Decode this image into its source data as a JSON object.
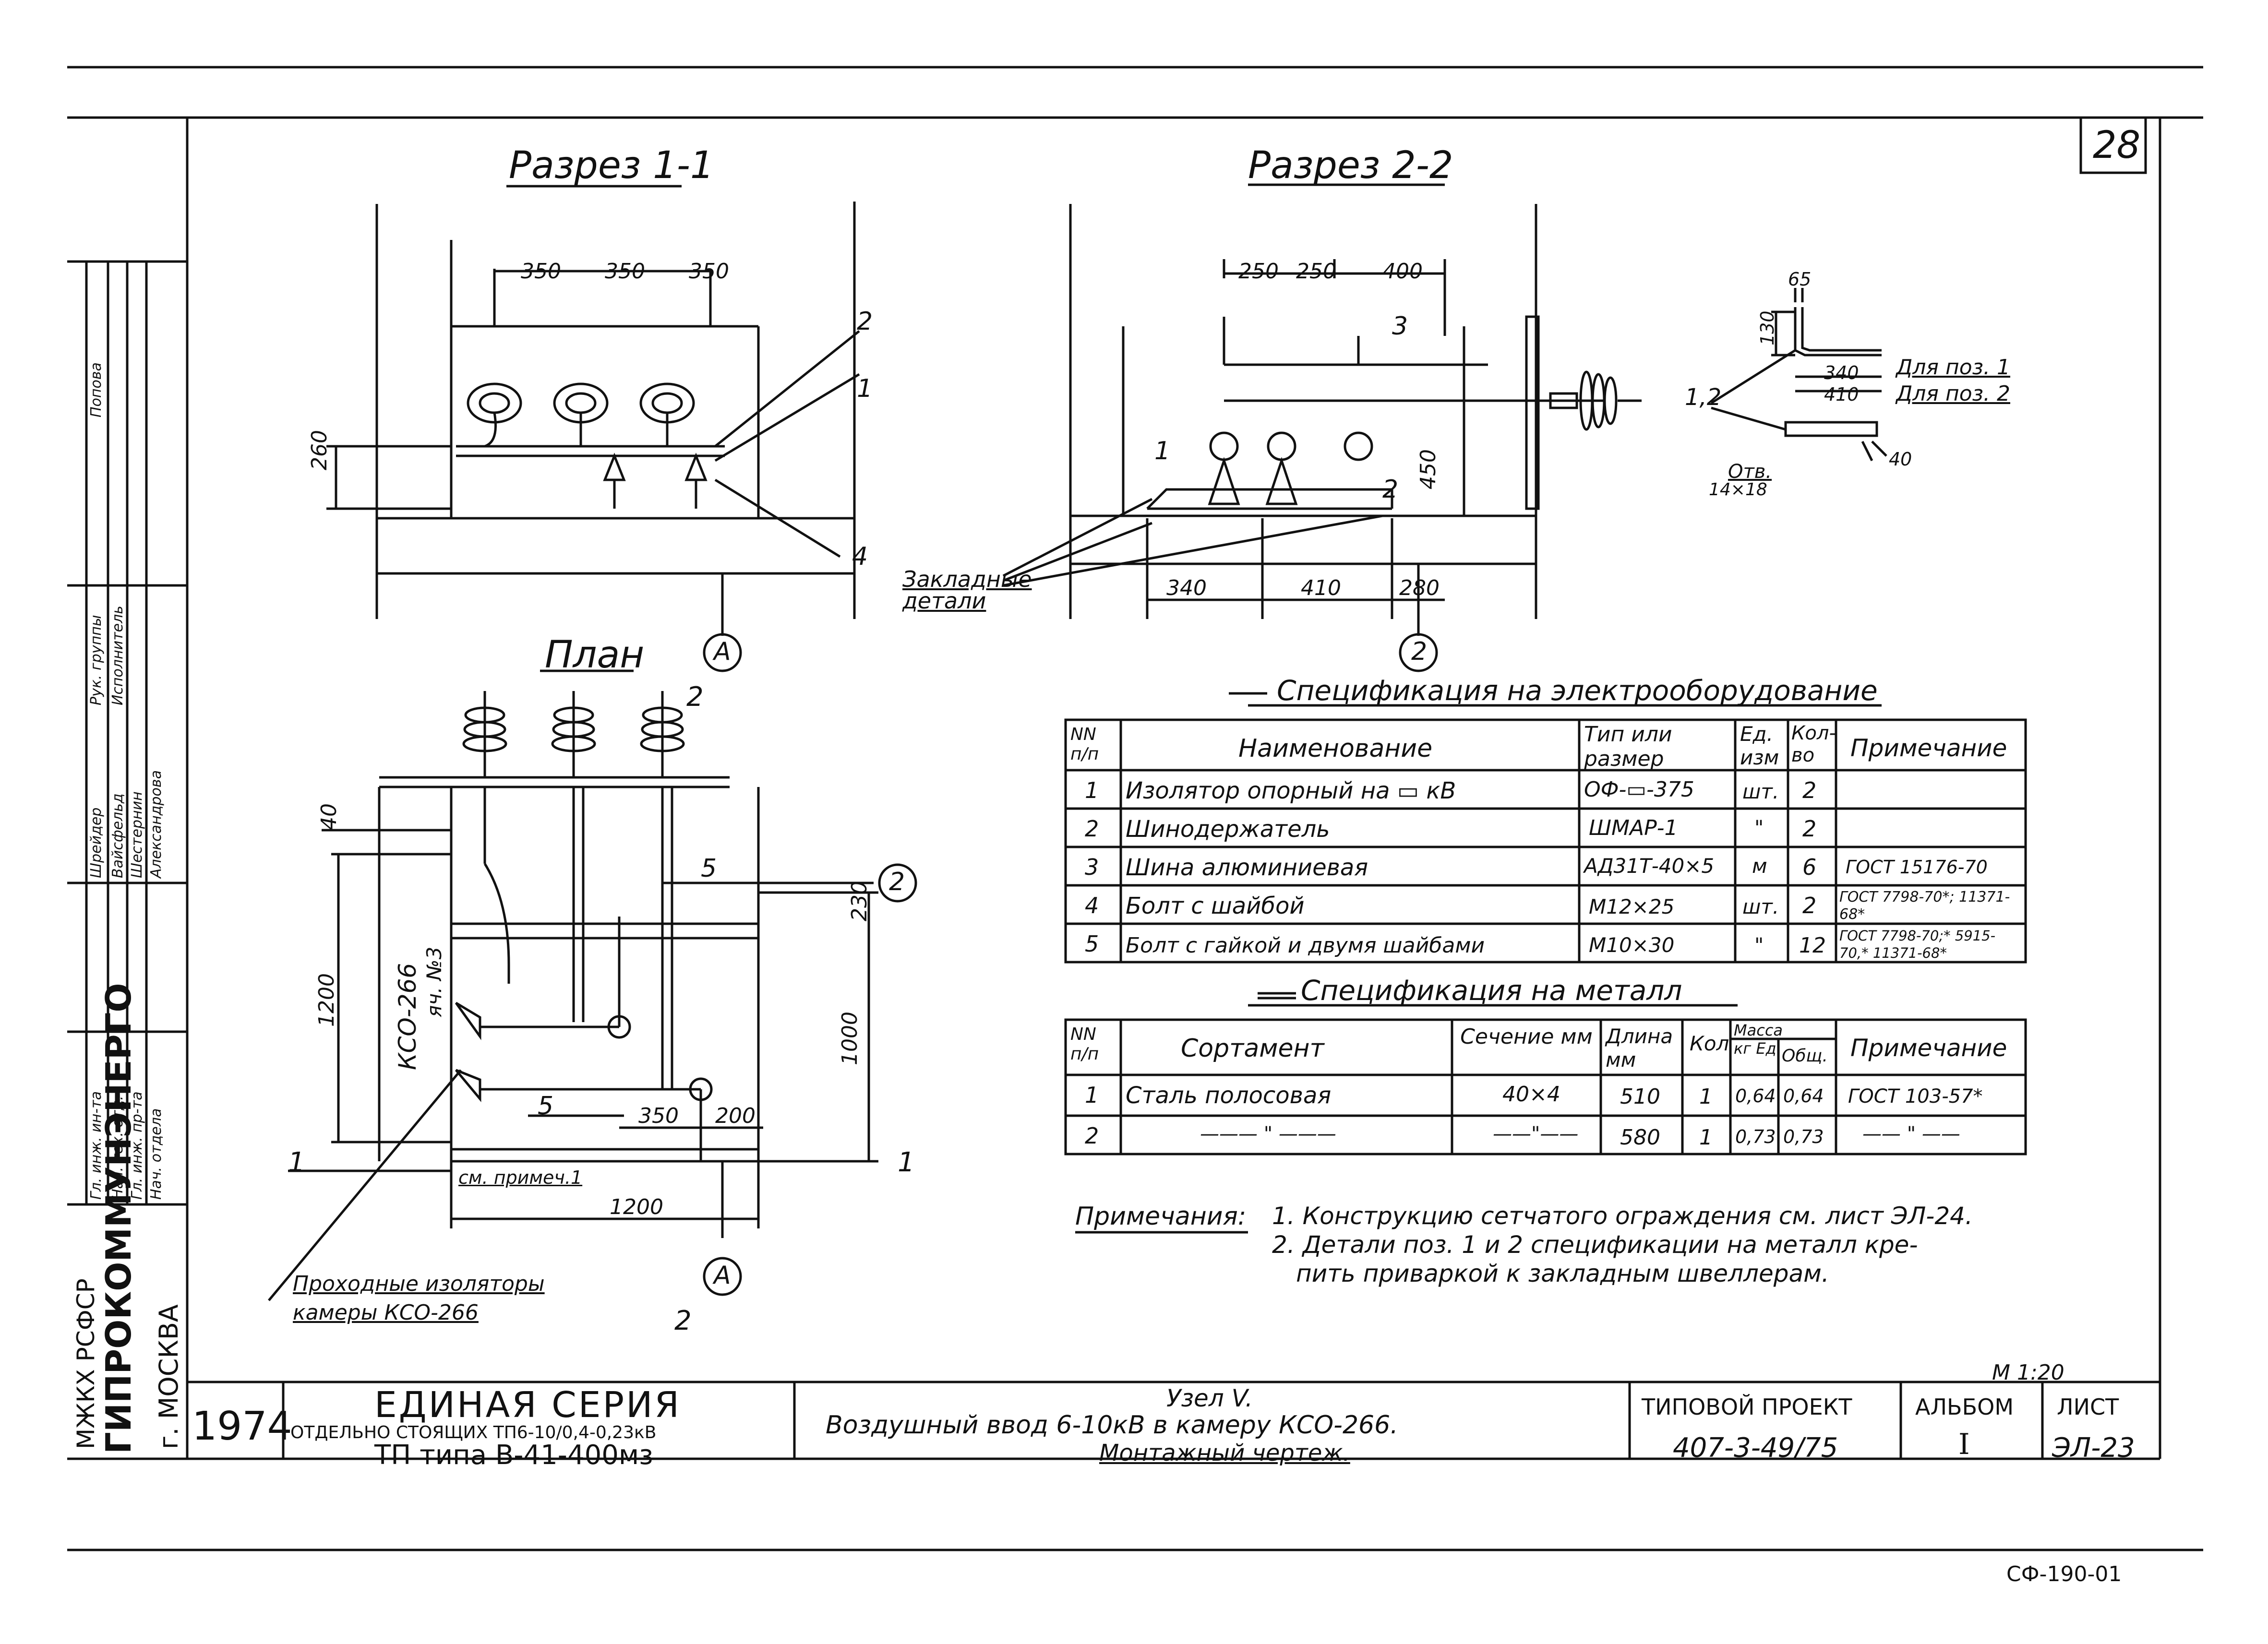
{
  "sheet_number": "28",
  "views": {
    "section1": {
      "title": "Разрез 1-1",
      "dims": [
        "350",
        "350",
        "350",
        "260"
      ],
      "callouts": [
        "2",
        "1",
        "4"
      ],
      "axis": "A"
    },
    "section2": {
      "title": "Разрез 2-2",
      "dims": [
        "250",
        "250",
        "400",
        "450",
        "340",
        "410",
        "280"
      ],
      "callouts": [
        "3",
        "1",
        "2"
      ],
      "embedded_label_1": "Закладные",
      "embedded_label_2": "детали",
      "axis": "2"
    },
    "plan": {
      "title": "План",
      "dims": [
        "40",
        "230",
        "1200",
        "1000",
        "350",
        "200",
        "1200"
      ],
      "callouts": [
        "5",
        "5"
      ],
      "vertical_label_1": "КСО-266",
      "vertical_label_2": "яч. №3",
      "note_ref": "см. примеч.1",
      "feedthrough_1": "Проходные изоляторы",
      "feedthrough_2": "камеры КСО-266",
      "axis_a": "A",
      "axis_2": "2",
      "cut_marks": [
        "1",
        "1",
        "2",
        "2"
      ]
    },
    "detail": {
      "dim_65": "65",
      "dim_130": "130",
      "dim_340": "340",
      "dim_410": "410",
      "dim_40": "40",
      "pos_label": "1,2",
      "for_pos_1": "Для поз. 1",
      "for_pos_2": "Для поз. 2",
      "hole_1": "Отв.",
      "hole_2": "14×18"
    }
  },
  "spec_equipment": {
    "title": "Спецификация на электрооборудование",
    "headers": [
      "NN п/п",
      "Наименование",
      "Тип или размер",
      "Ед. изм",
      "Кол-во",
      "Примечание"
    ],
    "rows": [
      [
        "1",
        "Изолятор опорный на ▭ кВ",
        "ОФ-▭-375",
        "шт.",
        "2",
        ""
      ],
      [
        "2",
        "Шинодержатель",
        "ШМАР-1",
        "\"",
        "2",
        ""
      ],
      [
        "3",
        "Шина алюминиевая",
        "АД31Т-40×5",
        "м",
        "6",
        "ГОСТ 15176-70"
      ],
      [
        "4",
        "Болт с шайбой",
        "М12×25",
        "шт.",
        "2",
        "ГОСТ 7798-70*; 11371-68*"
      ],
      [
        "5",
        "Болт с гайкой и двумя шайбами",
        "М10×30",
        "\"",
        "12",
        "ГОСТ 7798-70;* 5915-70,* 11371-68*"
      ]
    ]
  },
  "spec_metal": {
    "title": "Спецификация на металл",
    "headers": [
      "NN п/п",
      "Сортамент",
      "Сечение мм",
      "Длина мм",
      "Кол",
      "Масса кг Ед.",
      "Общ.",
      "Примечание"
    ],
    "rows": [
      [
        "1",
        "Сталь полосовая",
        "40×4",
        "510",
        "1",
        "0,64",
        "0,64",
        "ГОСТ 103-57*"
      ],
      [
        "2",
        "——— \" ———",
        "——\"——",
        "580",
        "1",
        "0,73",
        "0,73",
        "—— \" ——"
      ]
    ]
  },
  "notes": {
    "label": "Примечания:",
    "items": [
      "1. Конструкцию сетчатого ограждения см. лист ЭЛ-24.",
      "2. Детали поз. 1 и 2 спецификации на металл кре-",
      "пить приваркой к закладным швеллерам."
    ]
  },
  "scale": "М 1:20",
  "side_stamp": {
    "org_1": "МЖКХ РСФСР",
    "org_2": "ГИПРОКОММУНЭНЕРГО",
    "org_3": "г. МОСКВА",
    "roles": [
      "Гл. инж. ин-та",
      "Нач. тех. отд.",
      "Гл. инж. пр-та",
      "Нач. отдела",
      "Рук. группы",
      "Исполнитель"
    ],
    "names": [
      "Шрейдер",
      "Вайсфельд",
      "Шестернин",
      "Александрова",
      "Попова"
    ]
  },
  "title_block": {
    "year": "1974",
    "series_title": "ЕДИНАЯ СЕРИЯ",
    "series_sub": "ОТДЕЛЬНО СТОЯЩИХ ТП6-10/0,4-0,23кВ",
    "series_type": "ТП типа В-41-400мз",
    "node": "Узел V.",
    "desc_1": "Воздушный ввод 6-10кВ в камеру КСО-266.",
    "desc_2": "Монтажный чертеж.",
    "project_label": "ТИПОВОЙ ПРОЕКТ",
    "project_value": "407-3-49/75",
    "album_label": "АЛЬБОМ",
    "album_value": "I",
    "sheet_label": "ЛИСТ",
    "sheet_value": "ЭЛ-23"
  },
  "doc_code": "СФ-190-01"
}
